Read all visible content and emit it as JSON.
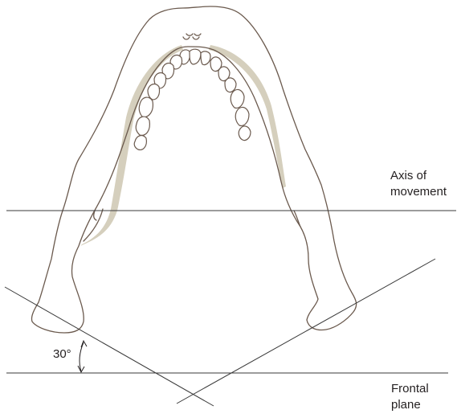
{
  "labels": {
    "axis_line1": "Axis  of",
    "axis_line2": "movement",
    "frontal_line1": "Frontal",
    "frontal_line2": "plane",
    "angle": "30°"
  },
  "colors": {
    "outline": "#6b5a4e",
    "lines": "#3a3a3a",
    "canal": "#d5cfbd",
    "text": "#231f20"
  }
}
